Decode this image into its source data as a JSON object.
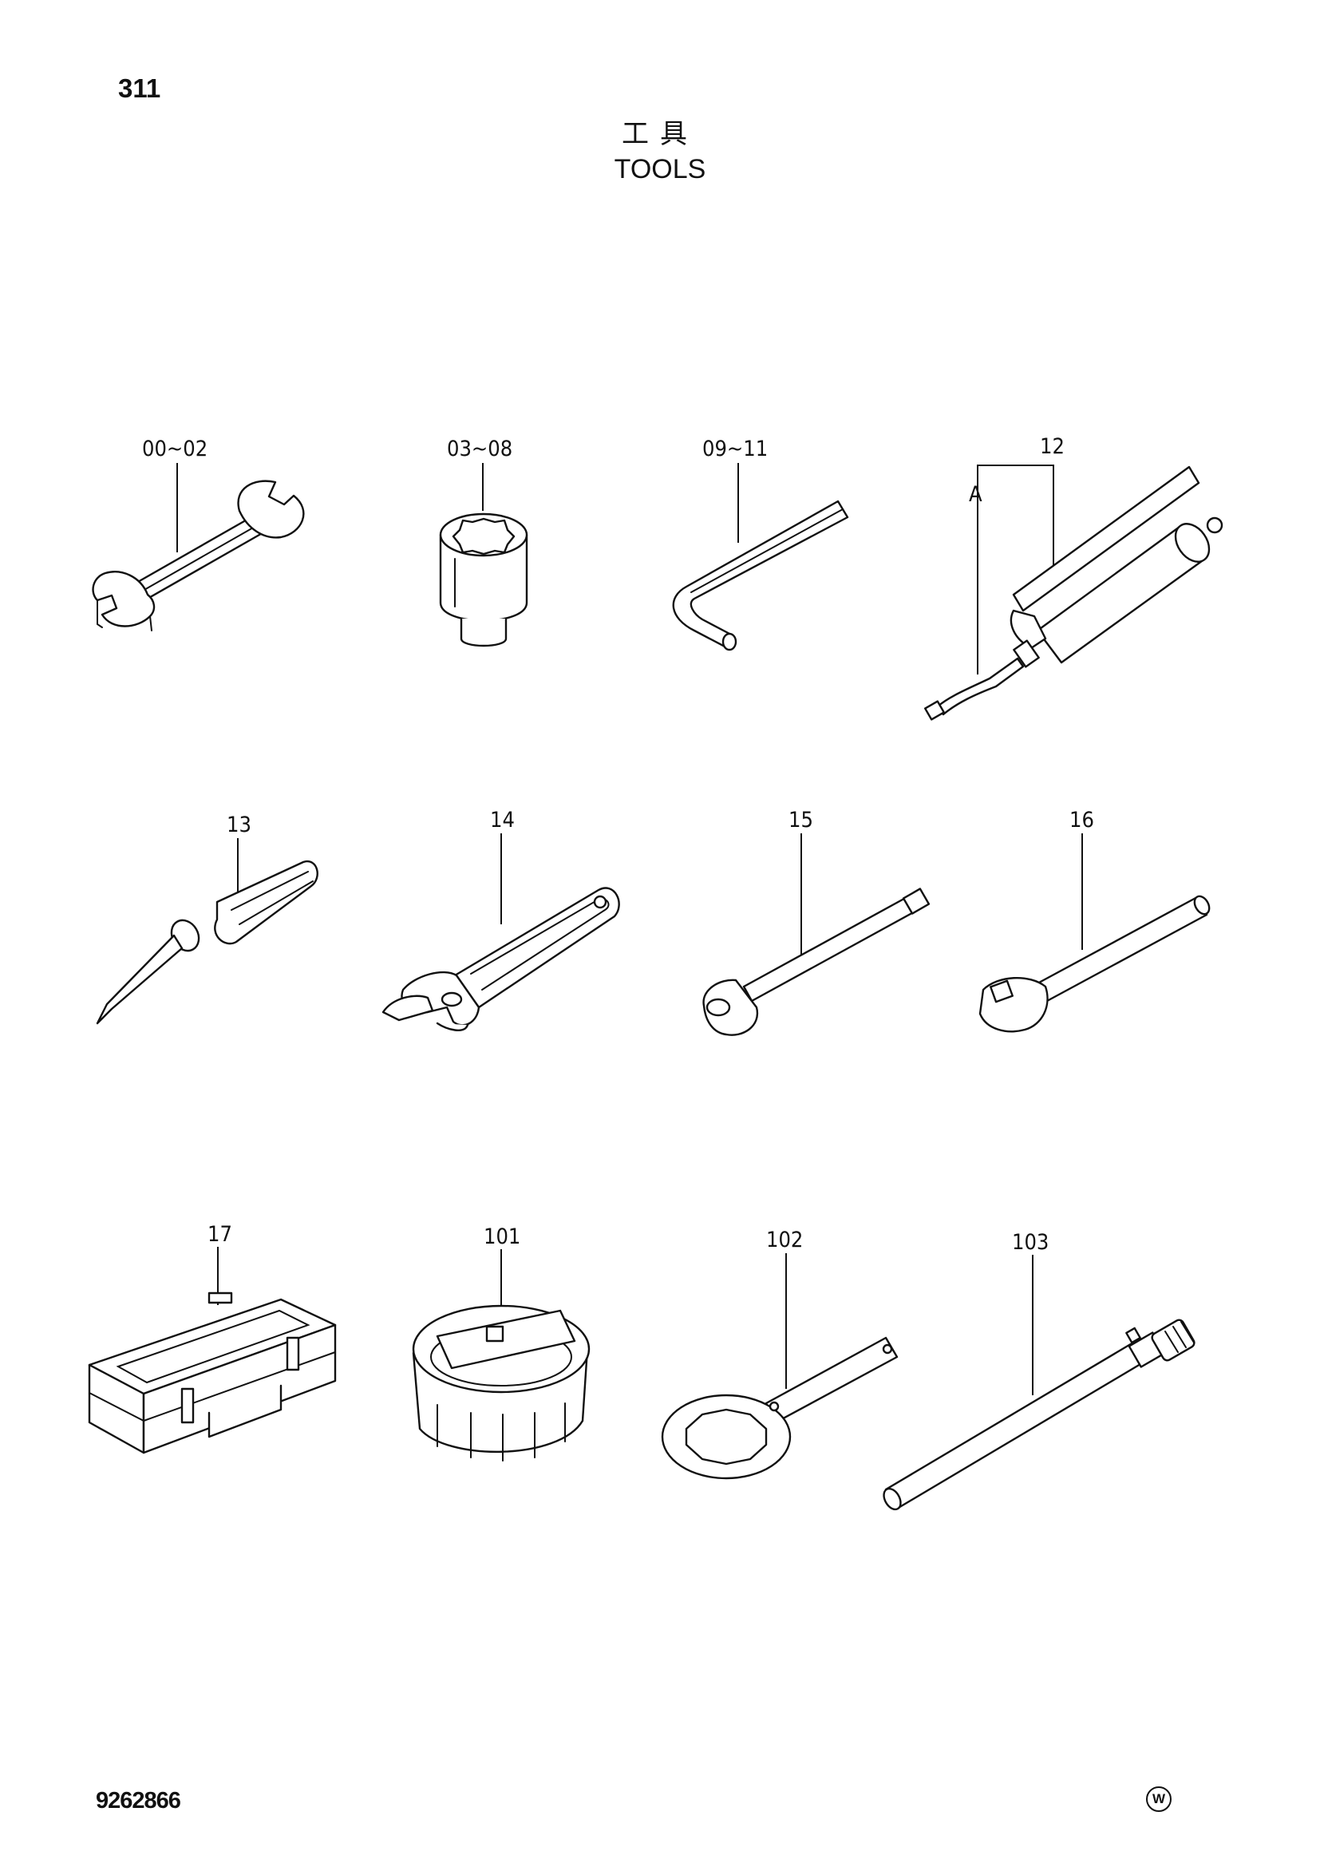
{
  "header": {
    "page_number": "311",
    "title_ja": "工具",
    "title_en": "TOOLS"
  },
  "footer": {
    "document_number": "9262866",
    "mark_letter": "W"
  },
  "parts": [
    {
      "label": "00~02",
      "icon": "open-end-wrench-icon"
    },
    {
      "label": "03~08",
      "icon": "socket-icon"
    },
    {
      "label": "09~11",
      "icon": "hex-key-icon"
    },
    {
      "label": "12",
      "sub_label": "A",
      "icon": "grease-gun-icon"
    },
    {
      "label": "13",
      "icon": "screwdriver-icon"
    },
    {
      "label": "14",
      "icon": "adjustable-wrench-icon"
    },
    {
      "label": "15",
      "icon": "extension-bar-icon"
    },
    {
      "label": "16",
      "icon": "ratchet-handle-icon"
    },
    {
      "label": "17",
      "icon": "tool-box-icon"
    },
    {
      "label": "101",
      "icon": "filter-wrench-cup-icon"
    },
    {
      "label": "102",
      "icon": "ring-spanner-icon"
    },
    {
      "label": "103",
      "icon": "bar-handle-icon"
    }
  ]
}
